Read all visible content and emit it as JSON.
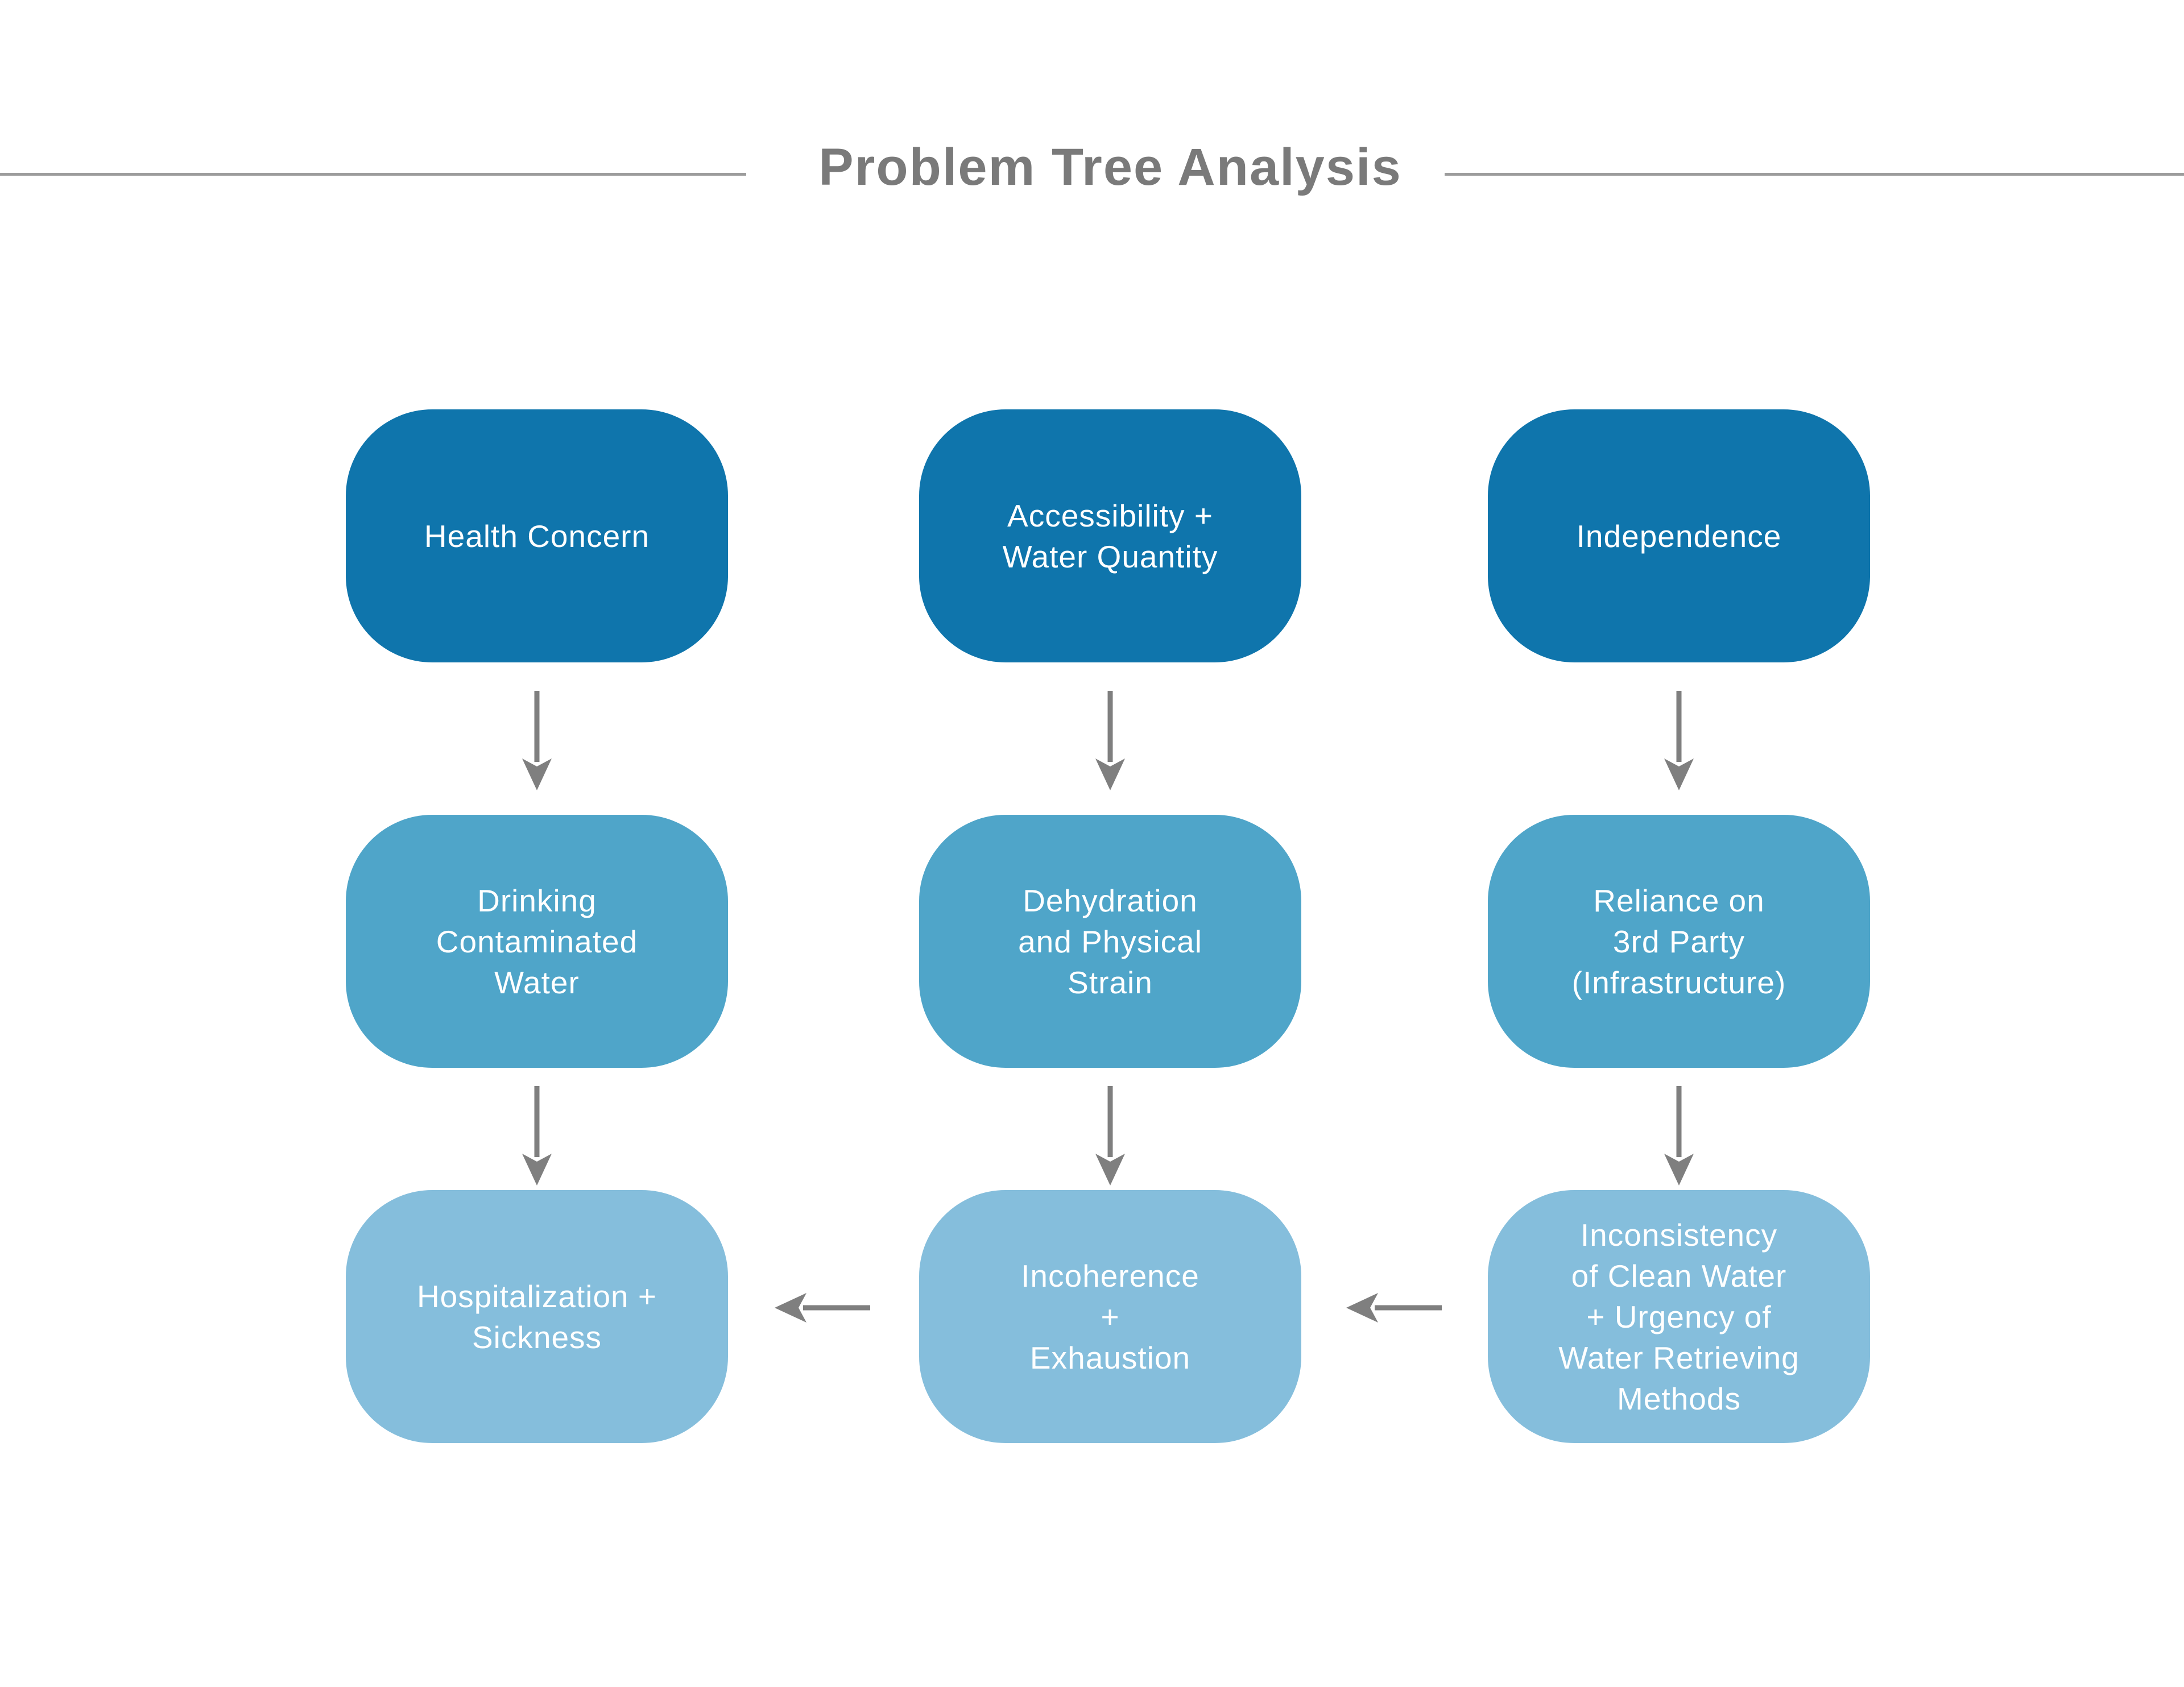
{
  "title": "Problem Tree Analysis",
  "colors": {
    "box_row1": "#0f75ac",
    "box_row2": "#4fa5c9",
    "box_row3": "#85bedc",
    "box_text": "#ffffff",
    "arrow": "#7f7f7f",
    "title_text": "#7a7a7a",
    "rule": "#9c9c9c",
    "background": "#ffffff"
  },
  "tree": {
    "levels": [
      {
        "row": 1,
        "color": "#0f75ac"
      },
      {
        "row": 2,
        "color": "#4fa5c9"
      },
      {
        "row": 3,
        "color": "#85bedc"
      }
    ],
    "boxes": {
      "r1c1": {
        "text": "Health Concern"
      },
      "r1c2": {
        "text": "Accessibility +\nWater Quantity"
      },
      "r1c3": {
        "text": "Independence"
      },
      "r2c1": {
        "text": "Drinking\nContaminated\nWater"
      },
      "r2c2": {
        "text": "Dehydration\nand Physical\nStrain"
      },
      "r2c3": {
        "text": "Reliance on\n3rd Party\n(Infrastructure)"
      },
      "r3c1": {
        "text": "Hospitalization +\nSickness"
      },
      "r3c2": {
        "text": "Incoherence\n+\nExhaustion"
      },
      "r3c3": {
        "text": "Inconsistency\nof Clean Water\n+ Urgency of\nWater Retrieving\nMethods"
      }
    }
  }
}
